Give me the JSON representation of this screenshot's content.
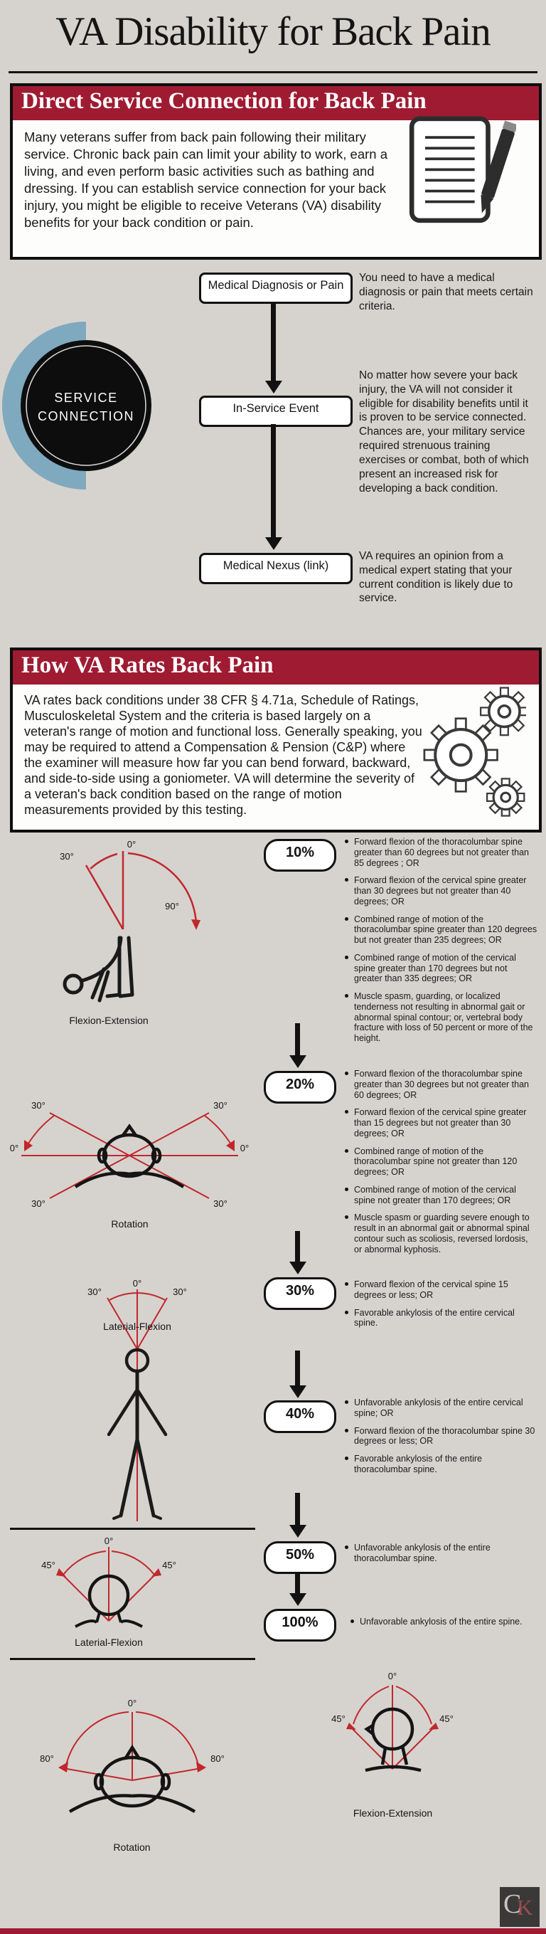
{
  "title": "VA Disability for Back Pain",
  "section1": {
    "header": "Direct Service Connection for Back Pain",
    "body": "Many veterans suffer from back pain following their military service. Chronic back pain can limit your ability to work, earn a living, and even perform basic activities such as bathing and dressing. If you can establish service connection for your back injury, you might be eligible to receive Veterans (VA) disability benefits for your back condition or pain."
  },
  "service_connection": {
    "circle_line1": "SERVICE",
    "circle_line2": "CONNECTION",
    "steps": [
      {
        "label": "Medical Diagnosis or Pain",
        "description": "You need to have a medical diagnosis or pain that meets certain criteria."
      },
      {
        "label": "In-Service Event",
        "description": "No matter how severe your back injury, the VA will not consider it eligible for disability benefits until it is proven to be service connected. Chances are, your military service required strenuous training exercises or combat, both of which present an increased risk for developing a back condition."
      },
      {
        "label": "Medical Nexus (link)",
        "description": "VA requires an opinion from a medical expert stating that your current condition is likely due to service."
      }
    ]
  },
  "section2": {
    "header": "How VA Rates Back Pain",
    "body": "VA rates back conditions under 38 CFR § 4.71a, Schedule of Ratings, Musculoskeletal System and the criteria is based largely on a veteran's range of motion and functional loss.  Generally speaking, you may be required to attend a Compensation & Pension (C&P) where the examiner will measure how far you can bend forward, backward, and side-to-side using a goniometer.  VA will determine the severity of a veteran's back condition based on the range of motion measurements provided by this testing."
  },
  "ratings": [
    {
      "percent": "10%",
      "criteria": [
        "Forward flexion of the thoracolumbar spine greater than 60 degrees but not greater than 85 degrees ; OR",
        "Forward flexion of the cervical spine greater than 30 degrees but not greater than 40 degrees; OR",
        "Combined range of motion of the thoracolumbar spine greater than 120 degrees but not greater than 235 degrees; OR",
        "Combined range of motion of the cervical spine greater than 170 degrees but not greater than 335 degrees; OR",
        "Muscle spasm, guarding, or localized tenderness not resulting in abnormal gait or abnormal spinal contour; or, vertebral body fracture with loss of 50 percent or more of the height."
      ]
    },
    {
      "percent": "20%",
      "criteria": [
        "Forward flexion of the thoracolumbar spine greater than 30 degrees but not greater than 60 degrees; OR",
        "Forward flexion of the cervical spine greater than 15 degrees but not greater than 30 degrees; OR",
        "Combined range of motion of the thoracolumbar spine not greater than 120 degrees; OR",
        "Combined range of motion of the cervical spine not greater than 170 degrees; OR",
        "Muscle spasm or guarding severe enough to result in an abnormal gait or abnormal spinal contour such as scoliosis, reversed lordosis, or abnormal kyphosis."
      ]
    },
    {
      "percent": "30%",
      "criteria": [
        "Forward flexion of the cervical spine 15 degrees or less; OR",
        "Favorable ankylosis of the entire cervical spine."
      ]
    },
    {
      "percent": "40%",
      "criteria": [
        "Unfavorable ankylosis of the entire cervical spine; OR",
        "Forward flexion of the thoracolumbar spine 30 degrees or less; OR",
        "Favorable ankylosis of the entire thoracolumbar spine."
      ]
    },
    {
      "percent": "50%",
      "criteria": [
        "Unfavorable ankylosis of the entire thoracolumbar spine."
      ]
    },
    {
      "percent": "100%",
      "criteria": [
        "Unfavorable ankylosis of the entire spine."
      ]
    }
  ],
  "figures": [
    {
      "label": "Flexion-Extension",
      "angles": [
        "30°",
        "0°",
        "90°"
      ]
    },
    {
      "label": "Rotation",
      "angles": [
        "30°",
        "30°",
        "0°",
        "0°",
        "30°",
        "30°"
      ]
    },
    {
      "label": "Laterial-Flexion",
      "angles": [
        "30°",
        "0°",
        "30°"
      ]
    },
    {
      "label": "Laterial-Flexion",
      "angles": [
        "45°",
        "0°",
        "45°"
      ]
    },
    {
      "label": "Rotation",
      "angles": [
        "80°",
        "0°",
        "80°"
      ]
    },
    {
      "label": "Flexion-Extension",
      "angles": [
        "45°",
        "0°",
        "45°"
      ]
    }
  ],
  "footer": {
    "logo_c": "C",
    "logo_k": "K"
  }
}
